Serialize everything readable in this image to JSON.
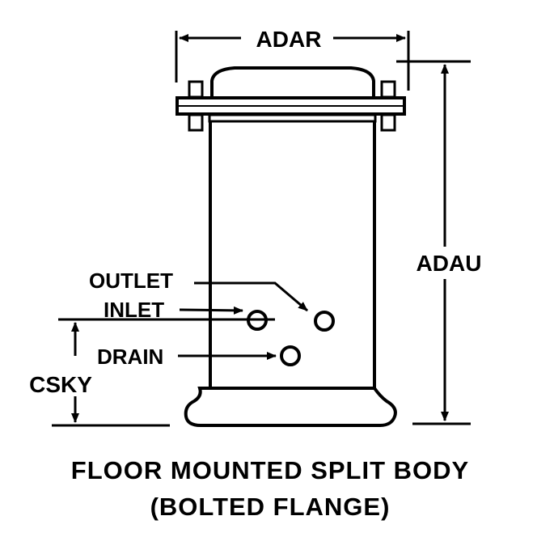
{
  "dimensions": {
    "width_label": "ADAR",
    "height_label": "ADAU",
    "port_height_label": "CSKY"
  },
  "ports": {
    "outlet": "OUTLET",
    "inlet": "INLET",
    "drain": "DRAIN"
  },
  "caption": {
    "line1": "FLOOR MOUNTED SPLIT BODY",
    "line2": "(BOLTED FLANGE)"
  },
  "colors": {
    "ink": "#000000",
    "background": "#ffffff"
  }
}
